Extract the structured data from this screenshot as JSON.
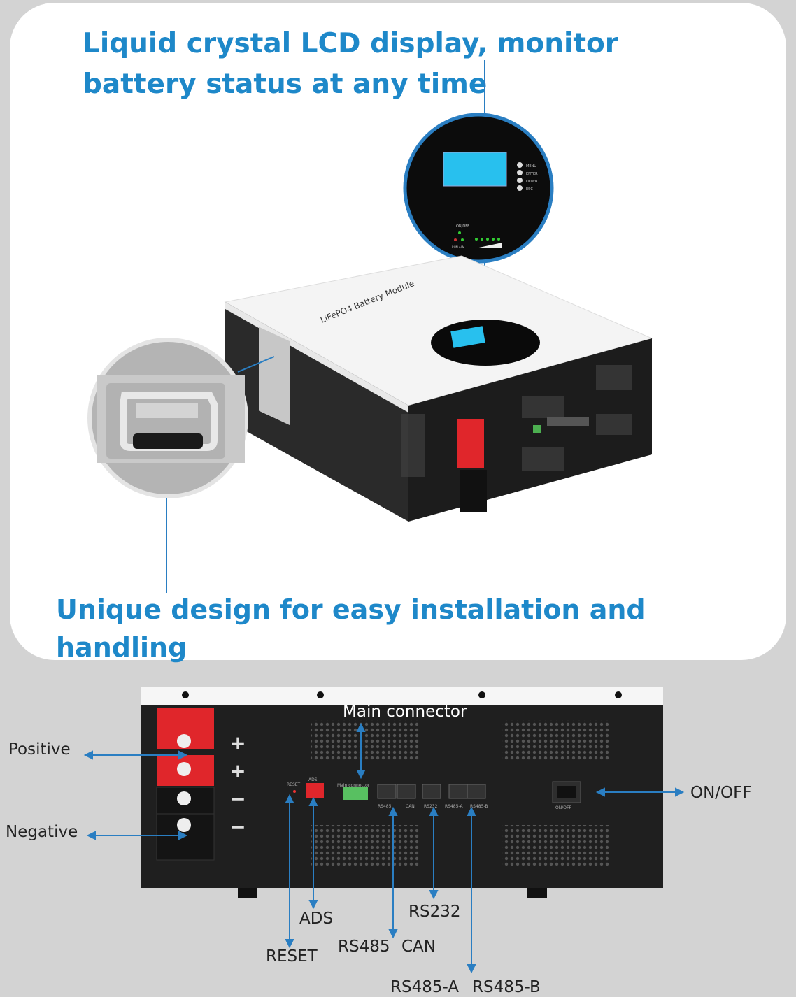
{
  "headline_top": "Liquid crystal LCD display, monitor battery status at any time",
  "headline_bottom": "Unique design for easy installation and handling",
  "product_print": "LiFePO4 Battery Module",
  "lcd_buttons": [
    "MENU",
    "ENTER",
    "DOWN",
    "ESC"
  ],
  "lcd_small": {
    "onoff": "ON/OFF",
    "run_alarm": "RUN ALM"
  },
  "panel_labels": {
    "reset": "RESET",
    "ads": "ADS",
    "main_connector": "Main connector",
    "rs485": "RS485",
    "can": "CAN",
    "rs232": "RS232",
    "rs485a": "RS485-A",
    "rs485b": "RS485-B",
    "onoff": "ON/OFF",
    "plus": "+",
    "minus": "−"
  },
  "callouts": {
    "positive": "Positive",
    "negative": "Negative",
    "main_connector": "Main connector",
    "onoff": "ON/OFF",
    "ads": "ADS",
    "reset": "RESET",
    "rs232": "RS232",
    "rs485": "RS485",
    "can": "CAN",
    "rs485a": "RS485-A",
    "rs485b": "RS485-B"
  },
  "colors": {
    "accent": "#1e88c9",
    "terminal_red": "#e0262b",
    "chassis": "#222222",
    "lcd": "#28c0ee"
  }
}
